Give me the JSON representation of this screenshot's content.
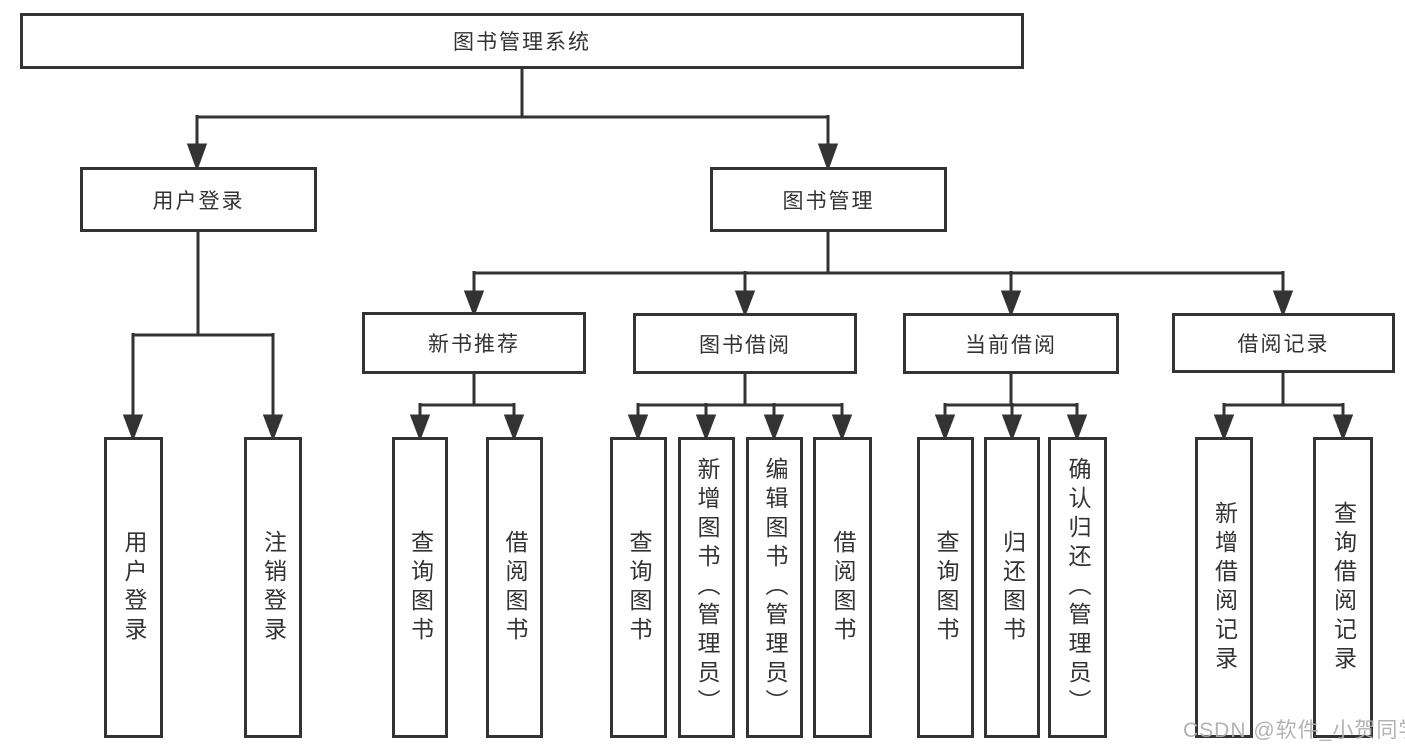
{
  "tree": {
    "label": "图书管理系统",
    "children": [
      {
        "label": "用户登录",
        "children": [
          {
            "label": "用户登录"
          },
          {
            "label": "注销登录"
          }
        ]
      },
      {
        "label": "图书管理",
        "children": [
          {
            "label": "新书推荐",
            "children": [
              {
                "label": "查询图书"
              },
              {
                "label": "借阅图书"
              }
            ]
          },
          {
            "label": "图书借阅",
            "children": [
              {
                "label": "查询图书"
              },
              {
                "label": "新增图书（管理员）"
              },
              {
                "label": "编辑图书（管理员）"
              },
              {
                "label": "借阅图书"
              }
            ]
          },
          {
            "label": "当前借阅",
            "children": [
              {
                "label": "查询图书"
              },
              {
                "label": "归还图书"
              },
              {
                "label": "确认归还（管理员）"
              }
            ]
          },
          {
            "label": "借阅记录",
            "children": [
              {
                "label": "新增借阅记录"
              },
              {
                "label": "查询借阅记录"
              }
            ]
          }
        ]
      }
    ]
  },
  "watermark": {
    "text": "CSDN @软件_小贺同学"
  },
  "colors": {
    "line": "#333333",
    "box_border": "#333333",
    "text": "#333333",
    "background": "#ffffff",
    "watermark": "#afafaf"
  }
}
